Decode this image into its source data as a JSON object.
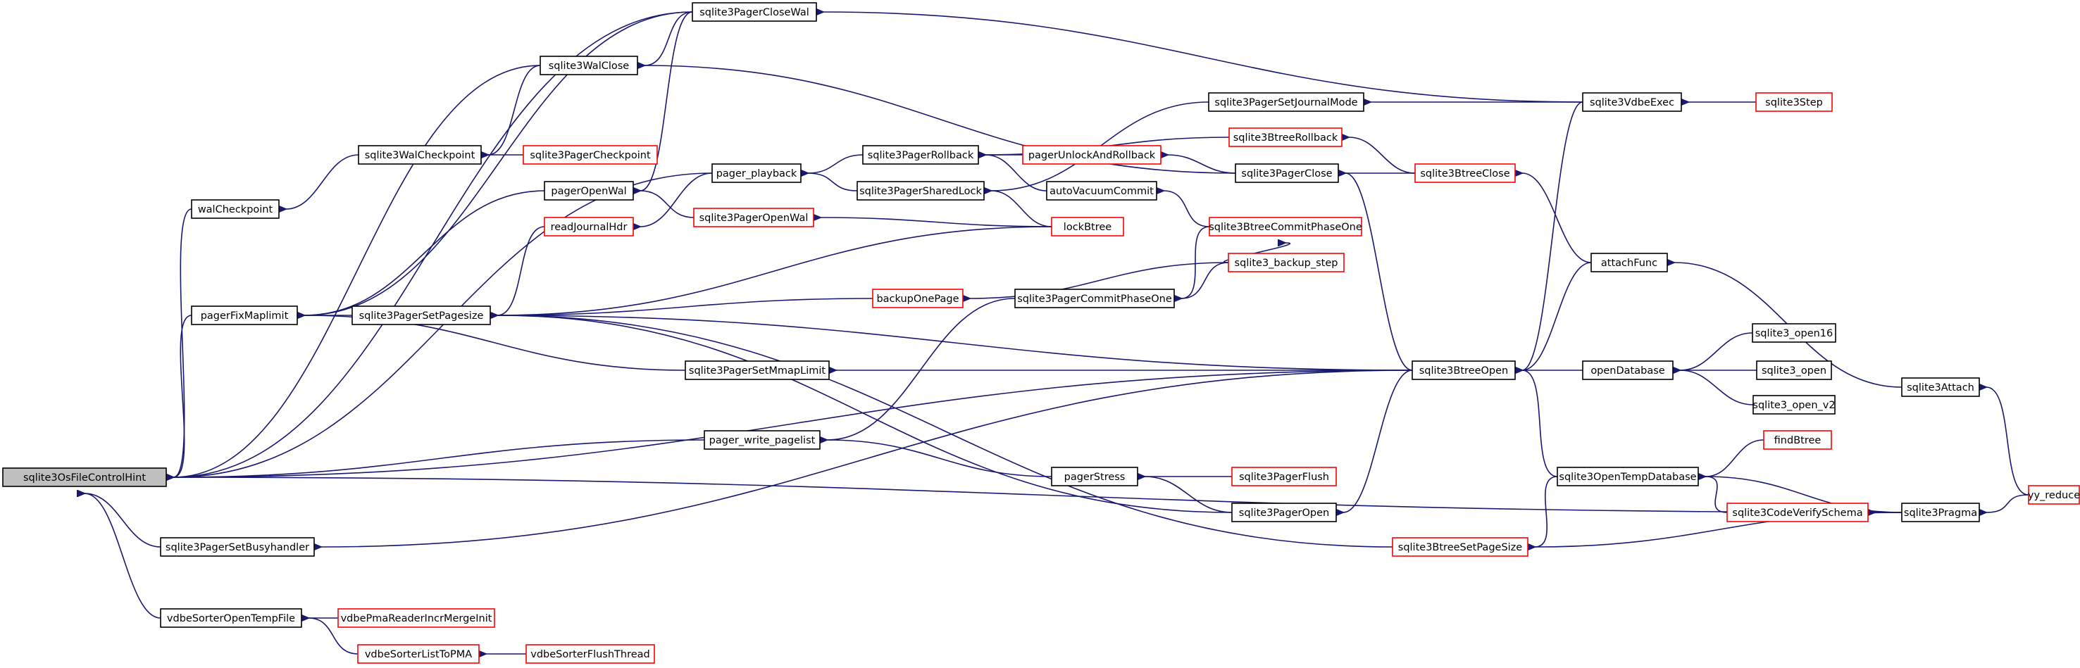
{
  "graph": {
    "root": "sqlite3OsFileControlHint",
    "nodes": [
      {
        "id": "root",
        "label": "sqlite3OsFileControlHint",
        "style": "root"
      },
      {
        "id": "walCheckpoint",
        "label": "walCheckpoint",
        "style": "black"
      },
      {
        "id": "pagerFixMaplimit",
        "label": "pagerFixMaplimit",
        "style": "black"
      },
      {
        "id": "sqlite3PagerSetBusyhandler",
        "label": "sqlite3PagerSetBusyhandler",
        "style": "black"
      },
      {
        "id": "vdbeSorterOpenTempFile",
        "label": "vdbeSorterOpenTempFile",
        "style": "black"
      },
      {
        "id": "sqlite3WalCheckpoint",
        "label": "sqlite3WalCheckpoint",
        "style": "black"
      },
      {
        "id": "sqlite3PagerSetPagesize",
        "label": "sqlite3PagerSetPagesize",
        "style": "black"
      },
      {
        "id": "vdbePmaReaderIncrMergeInit",
        "label": "vdbePmaReaderIncrMergeInit",
        "style": "red"
      },
      {
        "id": "vdbeSorterListToPMA",
        "label": "vdbeSorterListToPMA",
        "style": "red"
      },
      {
        "id": "sqlite3WalClose",
        "label": "sqlite3WalClose",
        "style": "black"
      },
      {
        "id": "sqlite3PagerCheckpoint",
        "label": "sqlite3PagerCheckpoint",
        "style": "red"
      },
      {
        "id": "pagerOpenWal",
        "label": "pagerOpenWal",
        "style": "black"
      },
      {
        "id": "readJournalHdr",
        "label": "readJournalHdr",
        "style": "red"
      },
      {
        "id": "vdbeSorterFlushThread",
        "label": "vdbeSorterFlushThread",
        "style": "red"
      },
      {
        "id": "sqlite3PagerCloseWal",
        "label": "sqlite3PagerCloseWal",
        "style": "black"
      },
      {
        "id": "pager_playback",
        "label": "pager_playback",
        "style": "black"
      },
      {
        "id": "sqlite3PagerOpenWal",
        "label": "sqlite3PagerOpenWal",
        "style": "red"
      },
      {
        "id": "sqlite3PagerSetMmapLimit",
        "label": "sqlite3PagerSetMmapLimit",
        "style": "black"
      },
      {
        "id": "pager_write_pagelist",
        "label": "pager_write_pagelist",
        "style": "black"
      },
      {
        "id": "backupOnePage",
        "label": "backupOnePage",
        "style": "red"
      },
      {
        "id": "sqlite3PagerRollback",
        "label": "sqlite3PagerRollback",
        "style": "black"
      },
      {
        "id": "sqlite3PagerSharedLock",
        "label": "sqlite3PagerSharedLock",
        "style": "black"
      },
      {
        "id": "sqlite3PagerCommitPhaseOne",
        "label": "sqlite3PagerCommitPhaseOne",
        "style": "black"
      },
      {
        "id": "pagerStress",
        "label": "pagerStress",
        "style": "black"
      },
      {
        "id": "pagerUnlockAndRollback",
        "label": "pagerUnlockAndRollback",
        "style": "red"
      },
      {
        "id": "autoVacuumCommit",
        "label": "autoVacuumCommit",
        "style": "black"
      },
      {
        "id": "lockBtree",
        "label": "lockBtree",
        "style": "red"
      },
      {
        "id": "sqlite3PagerFlush",
        "label": "sqlite3PagerFlush",
        "style": "red"
      },
      {
        "id": "sqlite3PagerOpen",
        "label": "sqlite3PagerOpen",
        "style": "black"
      },
      {
        "id": "sqlite3PagerSetJournalMode",
        "label": "sqlite3PagerSetJournalMode",
        "style": "black"
      },
      {
        "id": "sqlite3BtreeRollback",
        "label": "sqlite3BtreeRollback",
        "style": "red"
      },
      {
        "id": "sqlite3PagerClose",
        "label": "sqlite3PagerClose",
        "style": "black"
      },
      {
        "id": "sqlite3BtreeCommitPhaseOne",
        "label": "sqlite3BtreeCommitPhaseOne",
        "style": "red"
      },
      {
        "id": "sqlite3_backup_step",
        "label": "sqlite3_backup_step",
        "style": "red"
      },
      {
        "id": "sqlite3BtreeOpen",
        "label": "sqlite3BtreeOpen",
        "style": "black"
      },
      {
        "id": "sqlite3BtreeSetPageSize",
        "label": "sqlite3BtreeSetPageSize",
        "style": "red"
      },
      {
        "id": "sqlite3BtreeClose",
        "label": "sqlite3BtreeClose",
        "style": "red"
      },
      {
        "id": "sqlite3VdbeExec",
        "label": "sqlite3VdbeExec",
        "style": "black"
      },
      {
        "id": "attachFunc",
        "label": "attachFunc",
        "style": "black"
      },
      {
        "id": "openDatabase",
        "label": "openDatabase",
        "style": "black"
      },
      {
        "id": "sqlite3OpenTempDatabase",
        "label": "sqlite3OpenTempDatabase",
        "style": "black"
      },
      {
        "id": "sqlite3Step",
        "label": "sqlite3Step",
        "style": "red"
      },
      {
        "id": "sqlite3_open16",
        "label": "sqlite3_open16",
        "style": "black"
      },
      {
        "id": "sqlite3_open",
        "label": "sqlite3_open",
        "style": "black"
      },
      {
        "id": "sqlite3_open_v2",
        "label": "sqlite3_open_v2",
        "style": "black"
      },
      {
        "id": "findBtree",
        "label": "findBtree",
        "style": "red"
      },
      {
        "id": "sqlite3CodeVerifySchema",
        "label": "sqlite3CodeVerifySchema",
        "style": "red"
      },
      {
        "id": "sqlite3Attach",
        "label": "sqlite3Attach",
        "style": "black"
      },
      {
        "id": "sqlite3Pragma",
        "label": "sqlite3Pragma",
        "style": "black"
      },
      {
        "id": "yy_reduce",
        "label": "yy_reduce",
        "style": "red"
      }
    ],
    "edges": [
      [
        "walCheckpoint",
        "root"
      ],
      [
        "pagerFixMaplimit",
        "root"
      ],
      [
        "sqlite3PagerSetBusyhandler",
        "root"
      ],
      [
        "vdbeSorterOpenTempFile",
        "root"
      ],
      [
        "sqlite3WalCheckpoint",
        "walCheckpoint"
      ],
      [
        "sqlite3PagerSetPagesize",
        "pagerFixMaplimit"
      ],
      [
        "vdbePmaReaderIncrMergeInit",
        "vdbeSorterOpenTempFile"
      ],
      [
        "vdbeSorterListToPMA",
        "vdbeSorterOpenTempFile"
      ],
      [
        "sqlite3WalClose",
        "sqlite3WalCheckpoint"
      ],
      [
        "sqlite3PagerCheckpoint",
        "sqlite3WalCheckpoint"
      ],
      [
        "pagerOpenWal",
        "pagerFixMaplimit"
      ],
      [
        "readJournalHdr",
        "sqlite3PagerSetPagesize"
      ],
      [
        "vdbeSorterFlushThread",
        "vdbeSorterListToPMA"
      ],
      [
        "sqlite3PagerCloseWal",
        "sqlite3WalClose"
      ],
      [
        "pager_playback",
        "readJournalHdr"
      ],
      [
        "sqlite3PagerOpenWal",
        "pagerOpenWal"
      ],
      [
        "sqlite3PagerSetMmapLimit",
        "pagerFixMaplimit"
      ],
      [
        "pager_write_pagelist",
        "root"
      ],
      [
        "backupOnePage",
        "sqlite3PagerSetPagesize"
      ],
      [
        "sqlite3PagerRollback",
        "pager_playback"
      ],
      [
        "sqlite3PagerSharedLock",
        "pager_playback"
      ],
      [
        "sqlite3PagerCommitPhaseOne",
        "pager_write_pagelist"
      ],
      [
        "pagerStress",
        "pager_write_pagelist"
      ],
      [
        "pagerUnlockAndRollback",
        "sqlite3PagerRollback"
      ],
      [
        "autoVacuumCommit",
        "sqlite3PagerRollback"
      ],
      [
        "lockBtree",
        "sqlite3PagerSharedLock"
      ],
      [
        "lockBtree",
        "sqlite3PagerOpenWal"
      ],
      [
        "lockBtree",
        "sqlite3PagerSetPagesize"
      ],
      [
        "sqlite3PagerFlush",
        "pagerStress"
      ],
      [
        "sqlite3PagerOpen",
        "pagerStress"
      ],
      [
        "sqlite3PagerOpen",
        "sqlite3PagerSetPagesize"
      ],
      [
        "sqlite3PagerSetJournalMode",
        "sqlite3PagerSharedLock"
      ],
      [
        "sqlite3BtreeRollback",
        "sqlite3PagerRollback"
      ],
      [
        "sqlite3PagerClose",
        "pagerUnlockAndRollback"
      ],
      [
        "sqlite3PagerClose",
        "sqlite3WalClose"
      ],
      [
        "sqlite3BtreeCommitPhaseOne",
        "autoVacuumCommit"
      ],
      [
        "sqlite3BtreeCommitPhaseOne",
        "sqlite3PagerCommitPhaseOne"
      ],
      [
        "sqlite3_backup_step",
        "backupOnePage"
      ],
      [
        "sqlite3_backup_step",
        "sqlite3PagerCommitPhaseOne"
      ],
      [
        "sqlite3_backup_step",
        "sqlite3BtreeCommitPhaseOne"
      ],
      [
        "sqlite3BtreeOpen",
        "root"
      ],
      [
        "sqlite3BtreeOpen",
        "sqlite3PagerSetMmapLimit"
      ],
      [
        "sqlite3BtreeOpen",
        "sqlite3PagerSetPagesize"
      ],
      [
        "sqlite3BtreeOpen",
        "sqlite3PagerSetBusyhandler"
      ],
      [
        "sqlite3BtreeOpen",
        "sqlite3PagerOpen"
      ],
      [
        "sqlite3BtreeOpen",
        "sqlite3PagerClose"
      ],
      [
        "sqlite3BtreeSetPageSize",
        "sqlite3PagerSetPagesize"
      ],
      [
        "sqlite3BtreeClose",
        "sqlite3PagerClose"
      ],
      [
        "sqlite3BtreeClose",
        "sqlite3BtreeRollback"
      ],
      [
        "sqlite3VdbeExec",
        "sqlite3PagerCloseWal"
      ],
      [
        "sqlite3VdbeExec",
        "sqlite3PagerSetJournalMode"
      ],
      [
        "sqlite3VdbeExec",
        "sqlite3BtreeOpen"
      ],
      [
        "attachFunc",
        "sqlite3BtreeOpen"
      ],
      [
        "attachFunc",
        "sqlite3BtreeClose"
      ],
      [
        "openDatabase",
        "sqlite3BtreeOpen"
      ],
      [
        "sqlite3OpenTempDatabase",
        "sqlite3BtreeOpen"
      ],
      [
        "sqlite3OpenTempDatabase",
        "sqlite3BtreeSetPageSize"
      ],
      [
        "sqlite3Step",
        "sqlite3VdbeExec"
      ],
      [
        "sqlite3_open16",
        "openDatabase"
      ],
      [
        "sqlite3_open",
        "openDatabase"
      ],
      [
        "sqlite3_open_v2",
        "openDatabase"
      ],
      [
        "findBtree",
        "sqlite3OpenTempDatabase"
      ],
      [
        "sqlite3CodeVerifySchema",
        "sqlite3OpenTempDatabase"
      ],
      [
        "sqlite3Attach",
        "attachFunc"
      ],
      [
        "sqlite3Pragma",
        "sqlite3CodeVerifySchema"
      ],
      [
        "sqlite3Pragma",
        "sqlite3OpenTempDatabase"
      ],
      [
        "sqlite3Pragma",
        "sqlite3BtreeSetPageSize"
      ],
      [
        "sqlite3Pragma",
        "root"
      ],
      [
        "yy_reduce",
        "sqlite3Pragma"
      ],
      [
        "yy_reduce",
        "sqlite3Attach"
      ],
      [
        "sqlite3PagerCloseWal",
        "root"
      ],
      [
        "sqlite3PagerCloseWal",
        "pagerFixMaplimit"
      ],
      [
        "sqlite3PagerCloseWal",
        "pagerOpenWal"
      ],
      [
        "sqlite3WalClose",
        "root"
      ],
      [
        "pager_playback",
        "root"
      ]
    ]
  },
  "colors": {
    "edge": "#191970",
    "root_fill": "#bfbfbf",
    "node_border": "#000000",
    "truncated_node_border": "#ff0000"
  }
}
